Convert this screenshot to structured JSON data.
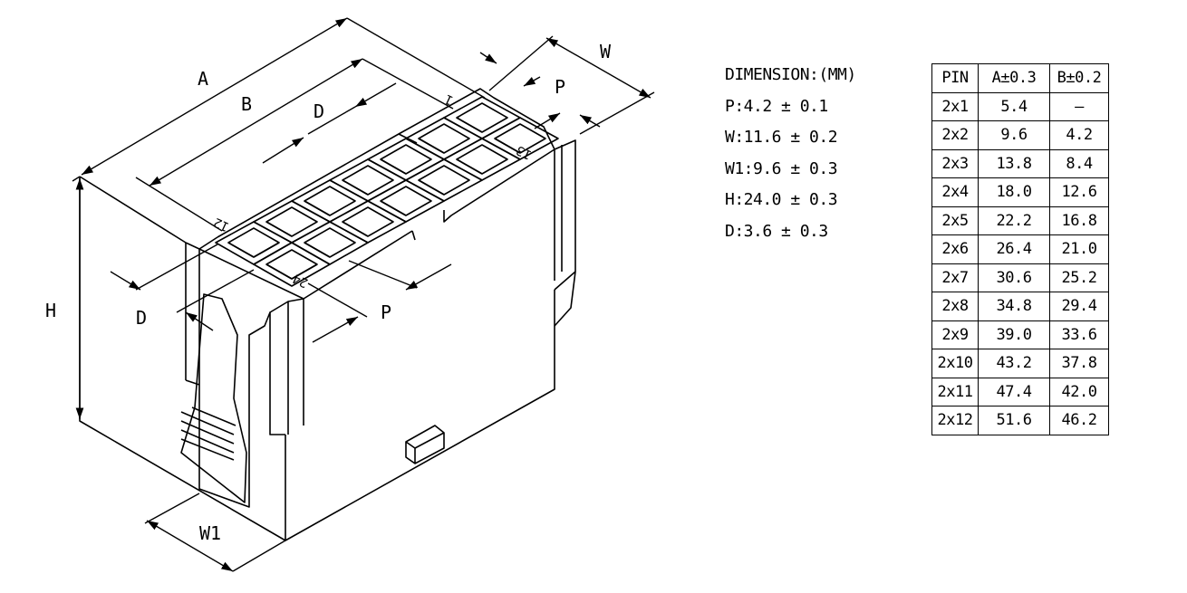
{
  "drawing": {
    "labels": {
      "a": "A",
      "b": "B",
      "d_top": "D",
      "p_top": "P",
      "w": "W",
      "h": "H",
      "d_left": "D",
      "p_mid": "P",
      "w1": "W1",
      "pin12": "12",
      "pin13": "13",
      "pin24": "24",
      "pin1": "1"
    }
  },
  "dimensions": {
    "title": "DIMENSION:(MM)",
    "items": [
      "P:4.2 ± 0.1",
      "W:11.6 ± 0.2",
      "W1:9.6 ± 0.3",
      "H:24.0 ± 0.3",
      "D:3.6 ± 0.3"
    ]
  },
  "table": {
    "headers": [
      "PIN",
      "A±0.3",
      "B±0.2"
    ],
    "rows": [
      [
        "2x1",
        "5.4",
        "–"
      ],
      [
        "2x2",
        "9.6",
        "4.2"
      ],
      [
        "2x3",
        "13.8",
        "8.4"
      ],
      [
        "2x4",
        "18.0",
        "12.6"
      ],
      [
        "2x5",
        "22.2",
        "16.8"
      ],
      [
        "2x6",
        "26.4",
        "21.0"
      ],
      [
        "2x7",
        "30.6",
        "25.2"
      ],
      [
        "2x8",
        "34.8",
        "29.4"
      ],
      [
        "2x9",
        "39.0",
        "33.6"
      ],
      [
        "2x10",
        "43.2",
        "37.8"
      ],
      [
        "2x11",
        "47.4",
        "42.0"
      ],
      [
        "2x12",
        "51.6",
        "46.2"
      ]
    ]
  }
}
